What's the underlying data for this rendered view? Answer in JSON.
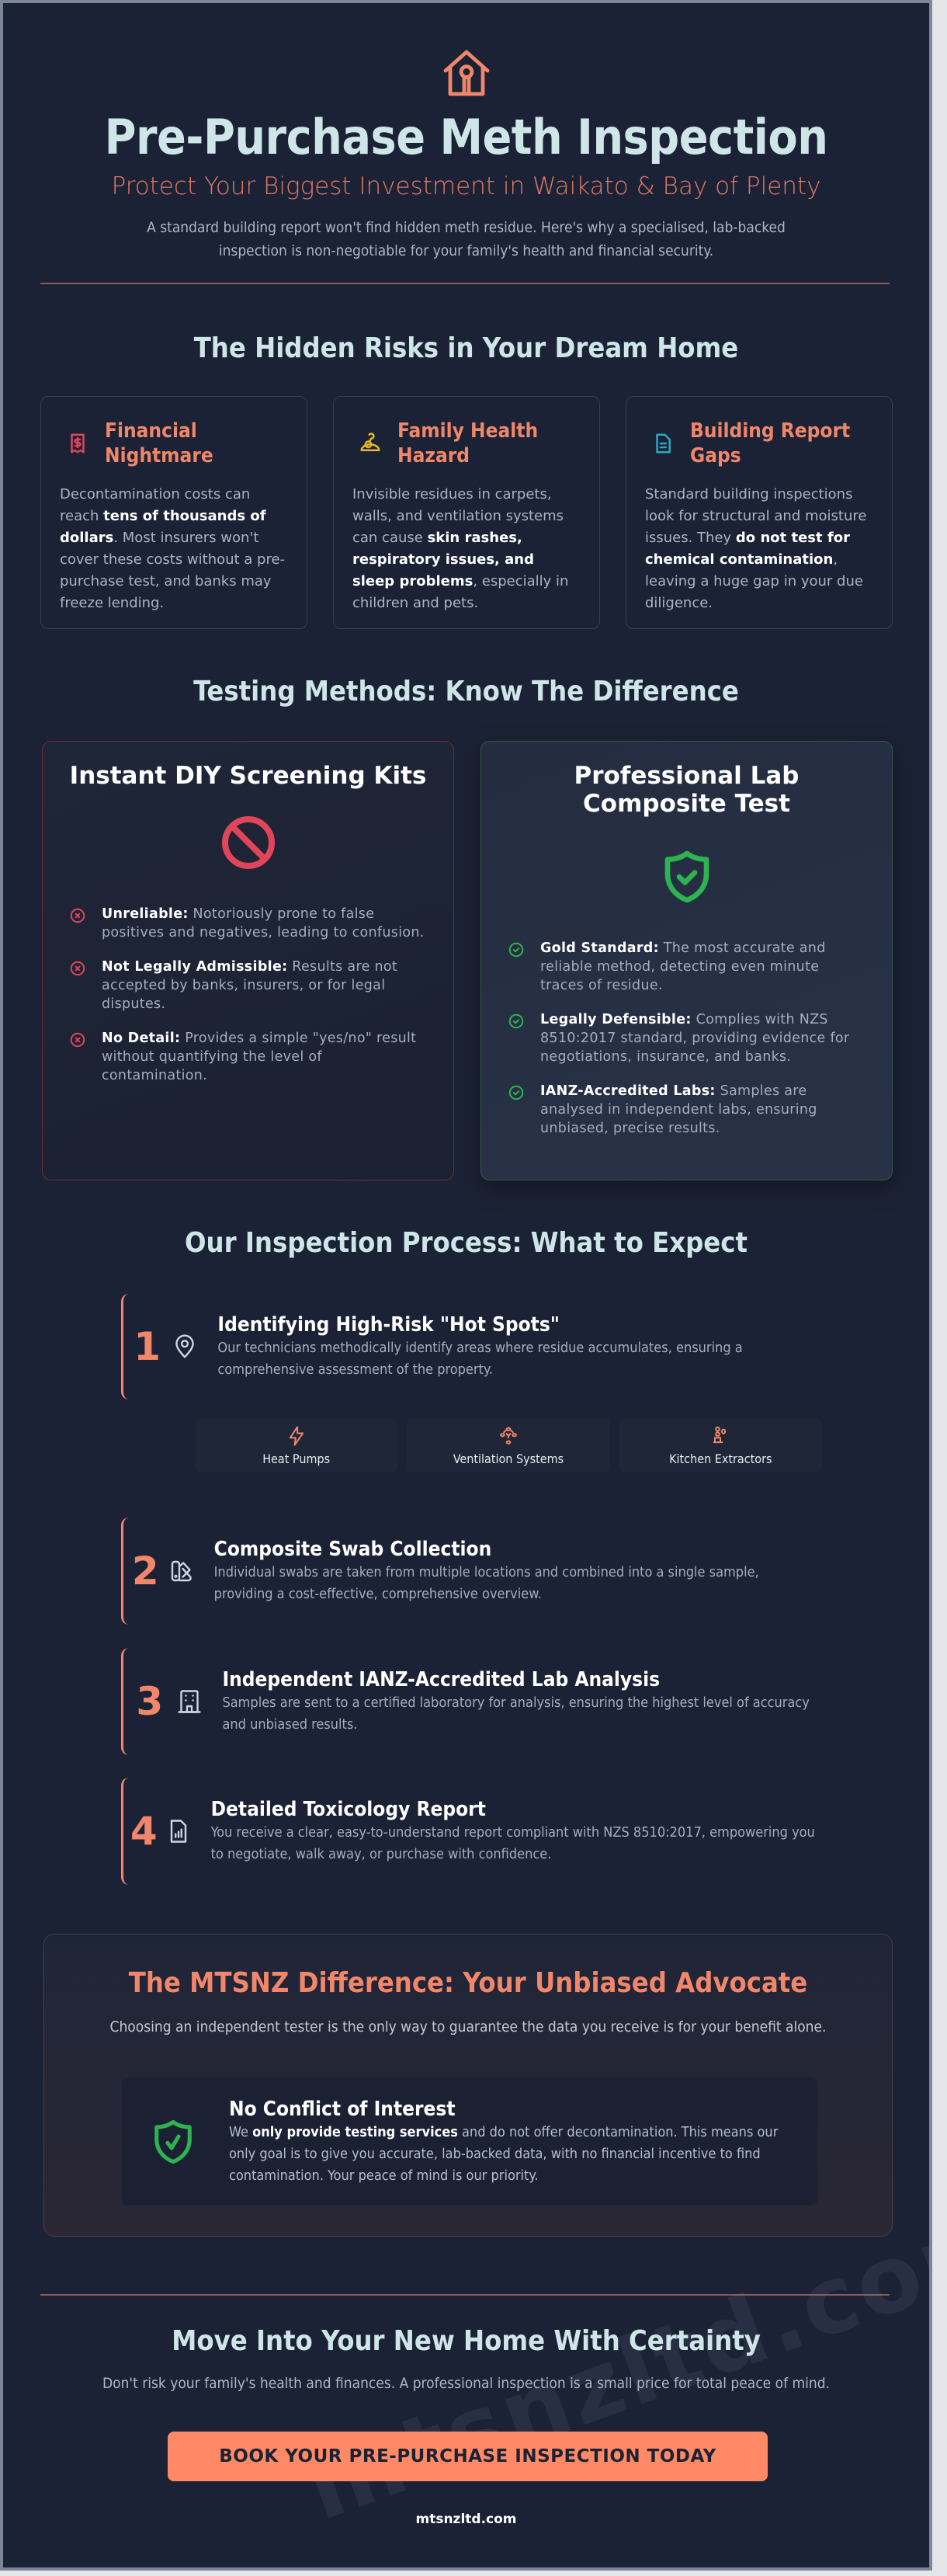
{
  "header": {
    "icon": "house-keyhole-icon",
    "title": "Pre-Purchase Meth Inspection",
    "subtitle": "Protect Your Biggest Investment in Waikato & Bay of Plenty",
    "lead": "A standard building report won't find hidden meth residue. Here's why a specialised, lab-backed inspection is non-negotiable for your family's health and financial security."
  },
  "risks": {
    "heading": "The Hidden Risks in Your Dream Home",
    "cards": [
      {
        "icon": "receipt-dollar-icon",
        "icon_color": "#e0455a",
        "title": "Financial Nightmare",
        "text_pre": "Decontamination costs can reach ",
        "text_bold": "tens of thousands of dollars",
        "text_post": ". Most insurers won't cover these costs without a pre-purchase test, and banks may freeze lending."
      },
      {
        "icon": "biohazard-hand-icon",
        "icon_color": "#e8b923",
        "title": "Family Health Hazard",
        "text_pre": "Invisible residues in carpets, walls, and ventilation systems can cause ",
        "text_bold": "skin rashes, respiratory issues, and sleep problems",
        "text_post": ", especially in children and pets."
      },
      {
        "icon": "document-icon",
        "icon_color": "#2aa8c4",
        "title": "Building Report Gaps",
        "text_pre": "Standard building inspections look for structural and moisture issues. They ",
        "text_bold": "do not test for chemical contamination",
        "text_post": ", leaving a huge gap in your due diligence."
      }
    ]
  },
  "testing": {
    "heading": "Testing Methods: Know The Difference",
    "diy": {
      "title": "Instant DIY Screening Kits",
      "icon": "prohibited-icon",
      "color": "#e0455a",
      "items": [
        {
          "label": "Unreliable:",
          "text": " Notoriously prone to false positives and negatives, leading to confusion."
        },
        {
          "label": "Not Legally Admissible:",
          "text": " Results are not accepted by banks, insurers, or for legal disputes."
        },
        {
          "label": "No Detail:",
          "text": " Provides a simple \"yes/no\" result without quantifying the level of contamination."
        }
      ]
    },
    "lab": {
      "title": "Professional Lab Composite Test",
      "icon": "shield-check-icon",
      "color": "#2eb351",
      "items": [
        {
          "label": "Gold Standard:",
          "text": " The most accurate and reliable method, detecting even minute traces of residue."
        },
        {
          "label": "Legally Defensible:",
          "text": " Complies with NZS 8510:2017 standard, providing evidence for negotiations, insurance, and banks."
        },
        {
          "label": "IANZ-Accredited Labs:",
          "text": " Samples are analysed in independent labs, ensuring unbiased, precise results."
        }
      ]
    }
  },
  "process": {
    "heading": "Our Inspection Process: What to Expect",
    "steps": [
      {
        "num": "1",
        "icon": "map-pin-icon",
        "title": "Identifying High-Risk \"Hot Spots\"",
        "desc": "Our technicians methodically identify areas where residue accumulates, ensuring a comprehensive assessment of the property."
      },
      {
        "num": "2",
        "icon": "swatch-book-icon",
        "title": "Composite Swab Collection",
        "desc": "Individual swabs are taken from multiple locations and combined into a single sample, providing a cost-effective, comprehensive overview."
      },
      {
        "num": "3",
        "icon": "building-icon",
        "title": "Independent IANZ-Accredited Lab Analysis",
        "desc": "Samples are sent to a certified laboratory for analysis, ensuring the highest level of accuracy and unbiased results."
      },
      {
        "num": "4",
        "icon": "file-chart-icon",
        "title": "Detailed Toxicology Report",
        "desc": "You receive a clear, easy-to-understand report compliant with NZS 8510:2017, empowering you to negotiate, walk away, or purchase with confidence."
      }
    ],
    "hotspots": [
      {
        "icon": "lightning-icon",
        "label": "Heat Pumps"
      },
      {
        "icon": "ventilation-network-icon",
        "label": "Ventilation Systems"
      },
      {
        "icon": "kitchen-extractor-icon",
        "label": "Kitchen Extractors"
      }
    ]
  },
  "difference": {
    "title": "The MTSNZ Difference: Your Unbiased Advocate",
    "lead": "Choosing an independent tester is the only way to guarantee the data you receive is for your benefit alone.",
    "box": {
      "icon": "shield-check-icon",
      "title": "No Conflict of Interest",
      "text_pre": "We ",
      "text_bold": "only provide testing services",
      "text_post": " and do not offer decontamination. This means our only goal is to give you accurate, lab-backed data, with no financial incentive to find contamination. Your peace of mind is our priority."
    }
  },
  "final": {
    "heading": "Move Into Your New Home With Certainty",
    "text": "Don't risk your family's health and finances. A professional inspection is a small price for total peace of mind.",
    "cta": "BOOK YOUR PRE-PURCHASE INSPECTION TODAY",
    "site": "mtsnzltd.com",
    "watermark": "mtsnzltd.com"
  },
  "colors": {
    "background": "#1c2235",
    "accent": "#f0876a",
    "cta": "#ff8a65",
    "heading": "#cfe6e8",
    "danger": "#e0455a",
    "success": "#2eb351"
  }
}
